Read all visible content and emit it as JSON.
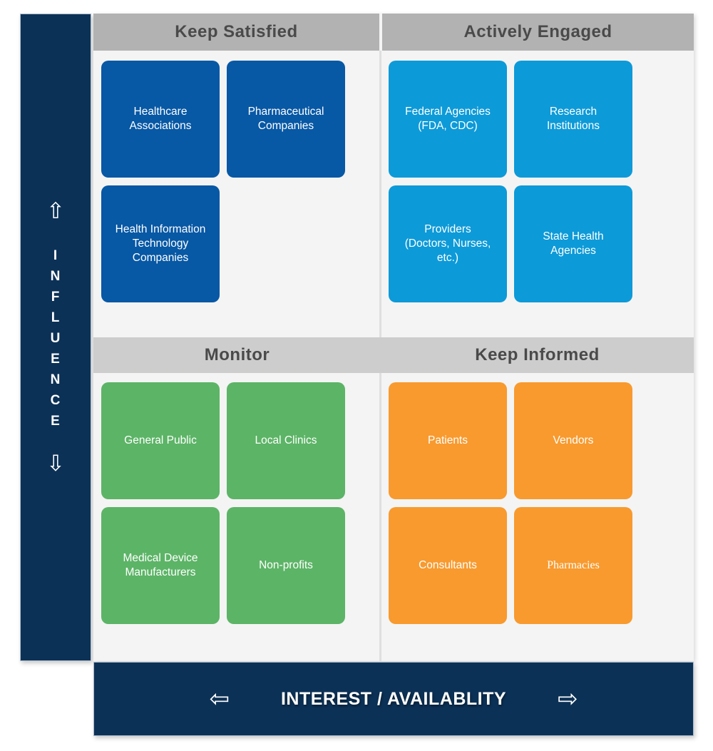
{
  "axes": {
    "influence": {
      "label": "INFLUENCE",
      "letters": [
        "I",
        "N",
        "F",
        "L",
        "U",
        "E",
        "N",
        "C",
        "E"
      ],
      "up_arrow": "⇧",
      "down_arrow": "⇩"
    },
    "interest": {
      "label": "INTEREST / AVAILABLITY",
      "left_arrow": "⇦",
      "right_arrow": "⇨"
    }
  },
  "quadrants": [
    {
      "title": "Keep Satisfied",
      "position": "top-left",
      "card_color": "#0758a5",
      "cards": [
        {
          "label": "Healthcare\nAssociations"
        },
        {
          "label": "Pharmaceutical\nCompanies"
        },
        {
          "label": "Health Information\nTechnology\nCompanies"
        }
      ]
    },
    {
      "title": "Actively Engaged",
      "position": "top-right",
      "card_color": "#0d9ad8",
      "cards": [
        {
          "label": "Federal Agencies\n(FDA, CDC)"
        },
        {
          "label": "Research\nInstitutions"
        },
        {
          "label": "Providers\n(Doctors, Nurses,\netc.)"
        },
        {
          "label": "State Health\nAgencies"
        }
      ]
    },
    {
      "title": "Monitor",
      "position": "bottom-left",
      "card_color": "#5cb466",
      "cards": [
        {
          "label": "General Public"
        },
        {
          "label": "Local Clinics"
        },
        {
          "label": "Medical Device\nManufacturers"
        },
        {
          "label": "Non-profits"
        }
      ]
    },
    {
      "title": "Keep Informed",
      "position": "bottom-right",
      "card_color": "#f89a2e",
      "cards": [
        {
          "label": "Patients"
        },
        {
          "label": "Vendors"
        },
        {
          "label": "Consultants"
        },
        {
          "label": "Pharmacies",
          "font": "serif"
        }
      ]
    }
  ],
  "colors": {
    "axis_bar": "#0c3156",
    "quadrant_bg": "#f4f4f4",
    "top_header_bg": "#b2b2b2",
    "bottom_header_bg": "#cdcdcd",
    "header_text": "#4a4a4a",
    "card_text": "#ffffff",
    "keep_satisfied_card": "#0758a5",
    "actively_engaged_card": "#0d9ad8",
    "monitor_card": "#5cb466",
    "keep_informed_card": "#f89a2e"
  }
}
